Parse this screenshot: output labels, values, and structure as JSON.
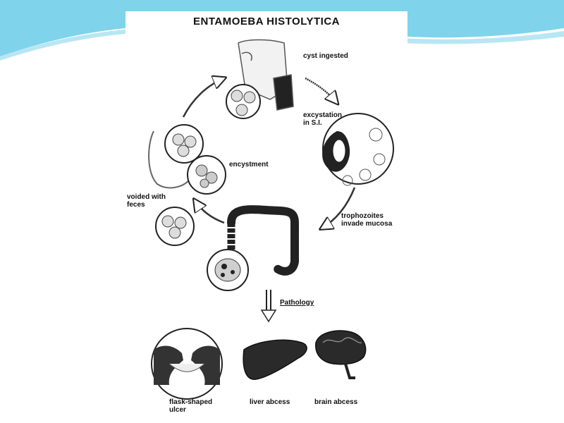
{
  "slide": {
    "accent_color": "#7fd3ea",
    "wave_color": "#b8e6f3"
  },
  "diagram": {
    "title": "ENTAMOEBA HISTOLYTICA",
    "labels": {
      "cyst_ingested": "cyst ingested",
      "excystation": "excystation\nin S.I.",
      "trophozoites": "trophozoites\ninvade mucosa",
      "encystment": "encystment",
      "voided": "voided with\nfeces",
      "pathology": "Pathology",
      "flask_ulcer": "flask-shaped\nulcer",
      "liver_abscess": "liver abcess",
      "brain_abscess": "brain abcess"
    }
  }
}
